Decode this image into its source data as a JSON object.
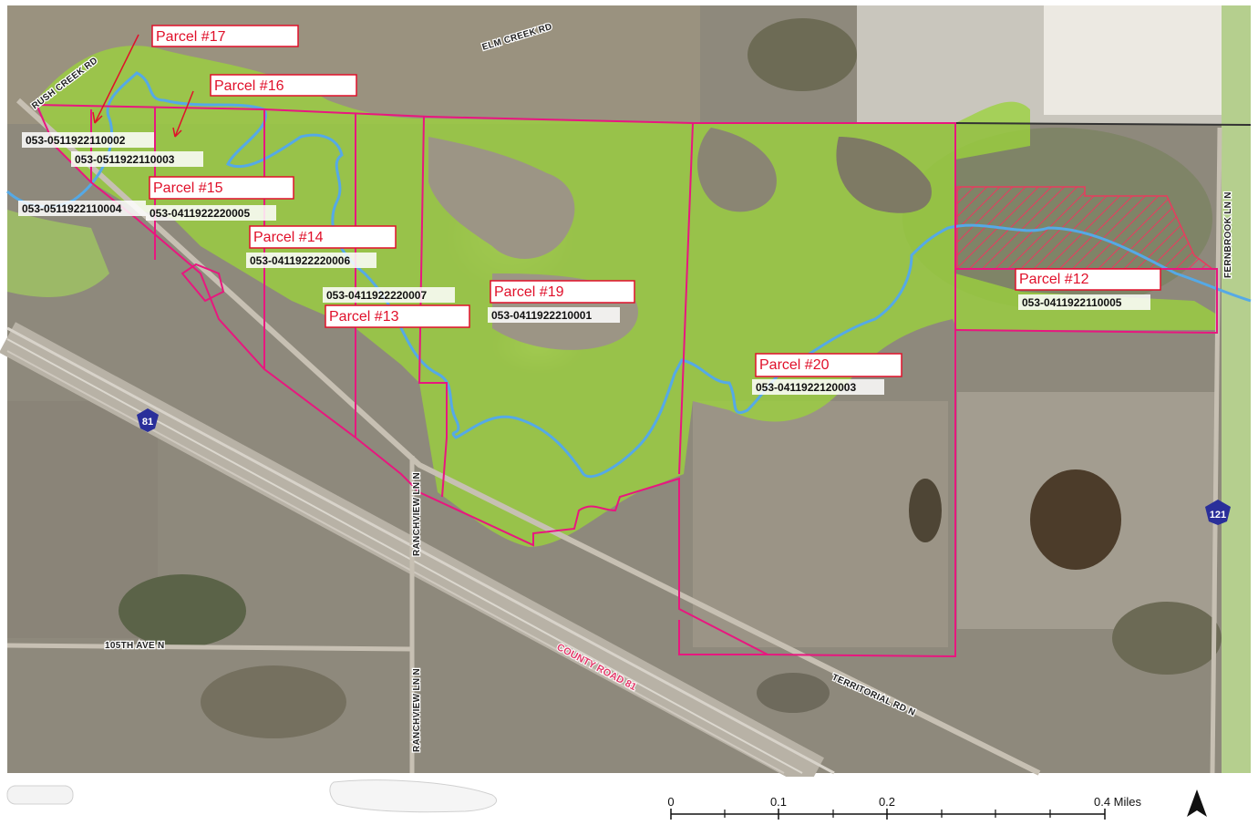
{
  "parcels": [
    {
      "label": "Parcel #17",
      "id": "053-0511922110002"
    },
    {
      "label": "Parcel #16",
      "id": "053-0511922110003"
    },
    {
      "label": "Parcel #15",
      "id": "053-0411922220005"
    },
    {
      "label": "Parcel #14",
      "id": "053-0411922220006"
    },
    {
      "label": "Parcel #13",
      "id": "053-0411922220007"
    },
    {
      "label": "Parcel #19",
      "id": "053-0411922210001"
    },
    {
      "label": "Parcel #20",
      "id": "053-0411922120003"
    },
    {
      "label": "Parcel #12",
      "id": "053-0411922110005"
    }
  ],
  "extra_parcel_id": "053-0511922110004",
  "roads": {
    "rush_creek": "RUSH CREEK RD",
    "elm_creek": "ELM CREEK RD",
    "fernbrook": "FERNBROOK LN N",
    "ranchview_upper": "RANCHVIEW LN N",
    "ranchview_lower": "RANCHVIEW LN N",
    "ave_105th": "105TH AVE N",
    "county_road": "COUNTY ROAD 81",
    "territorial": "TERRITORIAL RD N"
  },
  "route_shields": {
    "left": "81",
    "right": "121"
  },
  "scale_bar": {
    "ticks": [
      "0",
      "0.1",
      "0.2",
      "0.4 Miles"
    ]
  },
  "colors": {
    "parcel_boundary": "#e8177f",
    "label_border": "#e0102a",
    "wetland": "#9bd23c",
    "stream": "#55a9e6",
    "hatch": "#e83b5e"
  },
  "north_arrow_icon": "north-arrow-icon"
}
